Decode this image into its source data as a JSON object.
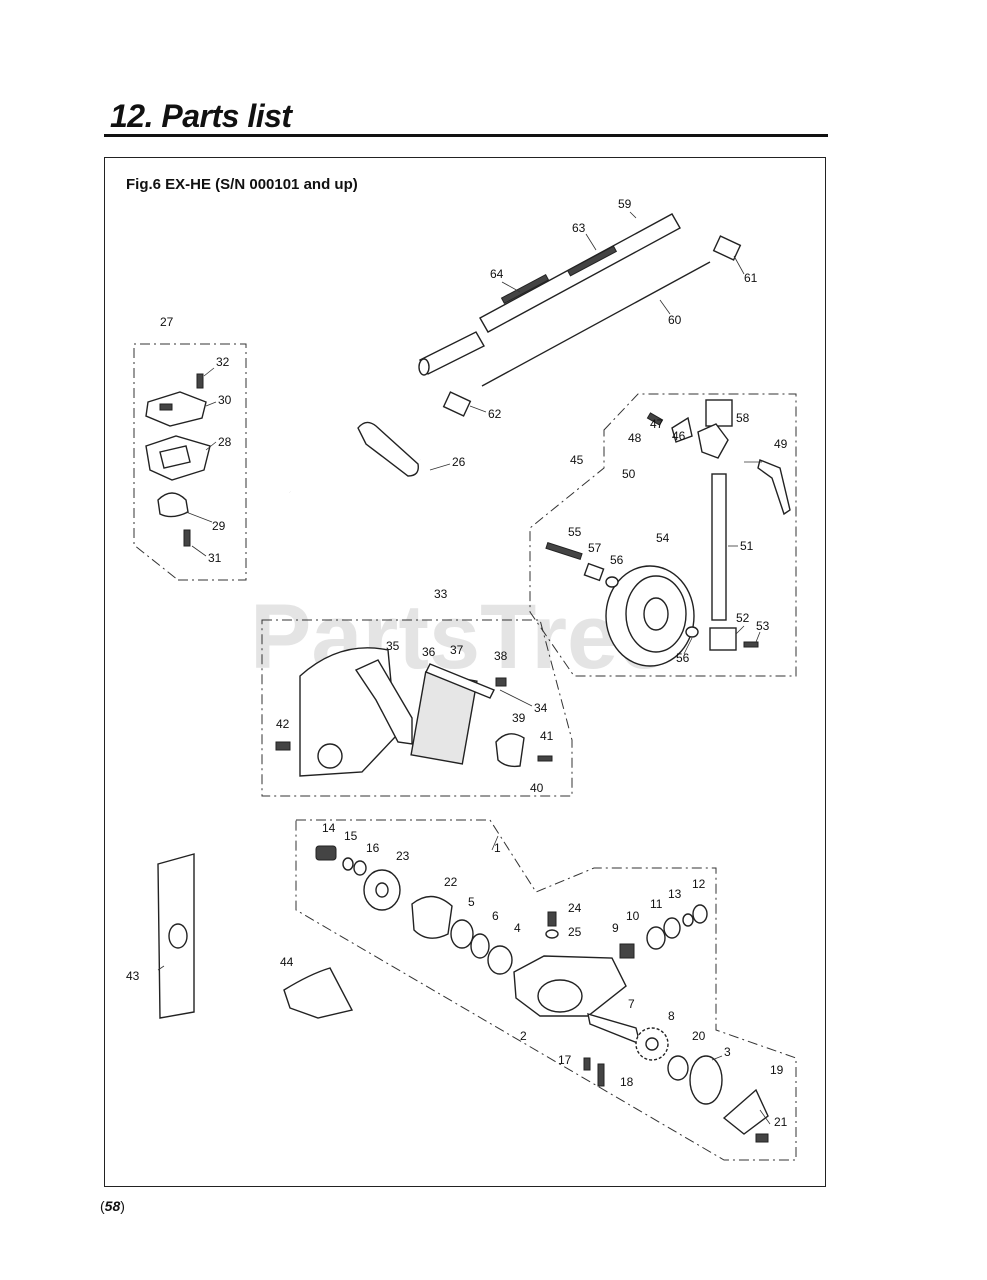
{
  "header": {
    "title": "12. Parts list"
  },
  "figure": {
    "caption": "Fig.6 EX-HE  (S/N 000101 and up)"
  },
  "watermark": "PartsTree",
  "footer": {
    "page_number": "58"
  },
  "callouts": [
    "1",
    "2",
    "3",
    "4",
    "5",
    "6",
    "7",
    "8",
    "9",
    "10",
    "11",
    "12",
    "13",
    "14",
    "15",
    "16",
    "17",
    "18",
    "19",
    "20",
    "21",
    "22",
    "23",
    "24",
    "25",
    "26",
    "27",
    "28",
    "29",
    "30",
    "31",
    "32",
    "33",
    "34",
    "35",
    "36",
    "37",
    "38",
    "39",
    "40",
    "41",
    "42",
    "43",
    "44",
    "45",
    "46",
    "47",
    "48",
    "49",
    "50",
    "51",
    "52",
    "53",
    "54",
    "55",
    "56",
    "56",
    "57",
    "58",
    "59",
    "60",
    "61",
    "62",
    "63",
    "64"
  ]
}
